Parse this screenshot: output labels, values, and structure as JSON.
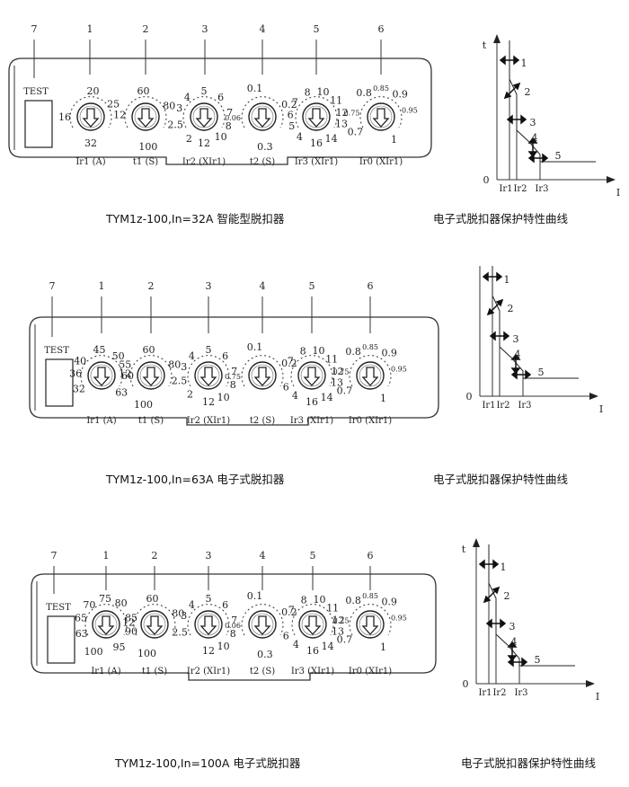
{
  "units": [
    {
      "panel_caption": "TYM1z-100,In=32A  智能型脱扣器",
      "curve_caption": "电子式脱扣器保护特性曲线",
      "test_label": "TEST",
      "leader_numbers": [
        "7",
        "1",
        "2",
        "3",
        "4",
        "5",
        "6"
      ],
      "dials": [
        {
          "name": "Ir1",
          "label": "Ir1 (A)",
          "scale": [
            {
              "t": "16",
              "a": 180
            },
            {
              "t": "20",
              "a": 275
            },
            {
              "t": "25",
              "a": 330
            },
            {
              "t": "32",
              "a": 90
            }
          ]
        },
        {
          "name": "t1",
          "label": "t1 (S)",
          "scale": [
            {
              "t": "12",
              "a": 185
            },
            {
              "t": "60",
              "a": 265
            },
            {
              "t": "80",
              "a": 335
            },
            {
              "t": "100",
              "a": 85
            }
          ]
        },
        {
          "name": "Ir2",
          "label": "Ir2 (XIr1)",
          "scale": [
            {
              "t": "5",
              "a": 270
            },
            {
              "t": "6",
              "a": 310
            },
            {
              "t": "4",
              "a": 230
            },
            {
              "t": "7",
              "a": 350
            },
            {
              "t": "3",
              "a": 200
            },
            {
              "t": "8",
              "a": 20
            },
            {
              "t": "2.5",
              "a": 165
            },
            {
              "t": "10",
              "a": 50
            },
            {
              "t": "2",
              "a": 125
            },
            {
              "t": "12",
              "a": 90
            }
          ]
        },
        {
          "name": "t2",
          "label": "t2 (S)",
          "scale": [
            {
              "t": "0.1",
              "a": 255
            },
            {
              "t": "0.2",
              "a": 335
            },
            {
              "t": "0.06",
              "a": 180
            },
            {
              "t": "0.3",
              "a": 85
            }
          ]
        },
        {
          "name": "Ir3",
          "label": "Ir3 (XIr1)",
          "scale": [
            {
              "t": "8",
              "a": 250
            },
            {
              "t": "10",
              "a": 285
            },
            {
              "t": "11",
              "a": 320
            },
            {
              "t": "7",
              "a": 215
            },
            {
              "t": "12",
              "a": 350
            },
            {
              "t": "6",
              "a": 185
            },
            {
              "t": "13",
              "a": 15
            },
            {
              "t": "5",
              "a": 160
            },
            {
              "t": "4",
              "a": 130
            },
            {
              "t": "16",
              "a": 90
            },
            {
              "t": "14",
              "a": 55
            }
          ]
        },
        {
          "name": "Ir0",
          "label": "Ir0 (XIr1)",
          "scale": [
            {
              "t": "0.85",
              "a": 270
            },
            {
              "t": "0.8",
              "a": 235
            },
            {
              "t": "0.9",
              "a": 310
            },
            {
              "t": "0.75",
              "a": 190
            },
            {
              "t": "0.95",
              "a": 345
            },
            {
              "t": "0.7",
              "a": 150
            },
            {
              "t": "1",
              "a": 60
            }
          ]
        }
      ]
    },
    {
      "panel_caption": "TYM1z-100,In=63A  电子式脱扣器",
      "curve_caption": "电子式脱扣器保护特性曲线",
      "test_label": "TEST",
      "leader_numbers": [
        "7",
        "1",
        "2",
        "3",
        "4",
        "5",
        "6"
      ],
      "dials": [
        {
          "name": "Ir1",
          "label": "Ir1 (A)",
          "scale": [
            {
              "t": "45",
              "a": 265
            },
            {
              "t": "40",
              "a": 215
            },
            {
              "t": "50",
              "a": 310
            },
            {
              "t": "55",
              "a": 335
            },
            {
              "t": "36",
              "a": 185
            },
            {
              "t": "60",
              "a": 360
            },
            {
              "t": "32",
              "a": 150
            },
            {
              "t": "63",
              "a": 40
            }
          ]
        },
        {
          "name": "t1",
          "label": "t1 (S)",
          "scale": [
            {
              "t": "12",
              "a": 185
            },
            {
              "t": "60",
              "a": 265
            },
            {
              "t": "80",
              "a": 335
            },
            {
              "t": "100",
              "a": 105
            }
          ]
        },
        {
          "name": "Ir2",
          "label": "Ir2 (XIr1)",
          "scale": [
            {
              "t": "5",
              "a": 270
            },
            {
              "t": "6",
              "a": 310
            },
            {
              "t": "4",
              "a": 230
            },
            {
              "t": "7",
              "a": 350
            },
            {
              "t": "3",
              "a": 200
            },
            {
              "t": "8",
              "a": 20
            },
            {
              "t": "2.5",
              "a": 170
            },
            {
              "t": "10",
              "a": 55
            },
            {
              "t": "2",
              "a": 135
            },
            {
              "t": "12",
              "a": 90
            }
          ]
        },
        {
          "name": "t2",
          "label": "t2 (S)",
          "scale": [
            {
              "t": "0.1",
              "a": 255
            },
            {
              "t": "0.2",
              "a": 335
            },
            {
              "t": "0.75",
              "a": 180
            },
            {
              "t": "6",
              "a": 25
            }
          ]
        },
        {
          "name": "Ir3",
          "label": "Ir3 (XIr1)",
          "scale": [
            {
              "t": "8",
              "a": 250
            },
            {
              "t": "10",
              "a": 285
            },
            {
              "t": "11",
              "a": 320
            },
            {
              "t": "7",
              "a": 215
            },
            {
              "t": "12",
              "a": 350
            },
            {
              "t": "13",
              "a": 15
            },
            {
              "t": "4",
              "a": 130
            },
            {
              "t": "16",
              "a": 90
            },
            {
              "t": "14",
              "a": 55
            }
          ]
        },
        {
          "name": "Ir0",
          "label": "Ir0 (XIr1)",
          "scale": [
            {
              "t": "0.85",
              "a": 270
            },
            {
              "t": "0.8",
              "a": 235
            },
            {
              "t": "0.9",
              "a": 310
            },
            {
              "t": "0.75",
              "a": 190
            },
            {
              "t": "0.95",
              "a": 345
            },
            {
              "t": "0.7",
              "a": 150
            },
            {
              "t": "1",
              "a": 60
            }
          ]
        }
      ]
    },
    {
      "panel_caption": "TYM1z-100,In=100A  电子式脱扣器",
      "curve_caption": "电子式脱扣器保护特性曲线",
      "test_label": "TEST",
      "leader_numbers": [
        "7",
        "1",
        "2",
        "3",
        "4",
        "5",
        "6"
      ],
      "dials": [
        {
          "name": "Ir1",
          "label": "Ir1 (A)",
          "scale": [
            {
              "t": "75",
              "a": 268
            },
            {
              "t": "70",
              "a": 230
            },
            {
              "t": "80",
              "a": 305
            },
            {
              "t": "65",
              "a": 195
            },
            {
              "t": "85",
              "a": 345
            },
            {
              "t": "63",
              "a": 160
            },
            {
              "t": "90",
              "a": 15
            },
            {
              "t": "100",
              "a": 115
            },
            {
              "t": "95",
              "a": 60
            }
          ]
        },
        {
          "name": "t1",
          "label": "t1 (S)",
          "scale": [
            {
              "t": "12",
              "a": 185
            },
            {
              "t": "60",
              "a": 265
            },
            {
              "t": "80",
              "a": 335
            },
            {
              "t": "100",
              "a": 105
            }
          ]
        },
        {
          "name": "Ir2",
          "label": "Ir2 (XIr1)",
          "scale": [
            {
              "t": "5",
              "a": 270
            },
            {
              "t": "6",
              "a": 310
            },
            {
              "t": "4",
              "a": 230
            },
            {
              "t": "7",
              "a": 350
            },
            {
              "t": "3",
              "a": 200
            },
            {
              "t": "8",
              "a": 20
            },
            {
              "t": "2.5",
              "a": 165
            },
            {
              "t": "10",
              "a": 55
            },
            {
              "t": "12",
              "a": 90
            }
          ]
        },
        {
          "name": "t2",
          "label": "t2 (S)",
          "scale": [
            {
              "t": "0.1",
              "a": 255
            },
            {
              "t": "0.2",
              "a": 335
            },
            {
              "t": "0.06",
              "a": 180
            },
            {
              "t": "6",
              "a": 25
            },
            {
              "t": "0.3",
              "a": 85
            }
          ]
        },
        {
          "name": "Ir3",
          "label": "Ir3 (XIr1)",
          "scale": [
            {
              "t": "8",
              "a": 250
            },
            {
              "t": "10",
              "a": 285
            },
            {
              "t": "11",
              "a": 320
            },
            {
              "t": "7",
              "a": 215
            },
            {
              "t": "12",
              "a": 350
            },
            {
              "t": "13",
              "a": 15
            },
            {
              "t": "4",
              "a": 130
            },
            {
              "t": "16",
              "a": 90
            },
            {
              "t": "14",
              "a": 55
            }
          ]
        },
        {
          "name": "Ir0",
          "label": "Ir0 (XIr1)",
          "scale": [
            {
              "t": "0.85",
              "a": 270
            },
            {
              "t": "0.8",
              "a": 235
            },
            {
              "t": "0.9",
              "a": 310
            },
            {
              "t": "0.75",
              "a": 190
            },
            {
              "t": "0.95",
              "a": 345
            },
            {
              "t": "0.7",
              "a": 150
            },
            {
              "t": "1",
              "a": 60
            }
          ]
        }
      ]
    }
  ],
  "curve": {
    "y_axis_label": "t",
    "x_axis_label": "I",
    "origin_label": "0",
    "x_ticks": [
      "Ir1",
      "Ir2",
      "Ir3"
    ],
    "region_labels": [
      "1",
      "2",
      "3",
      "4",
      "5"
    ]
  }
}
